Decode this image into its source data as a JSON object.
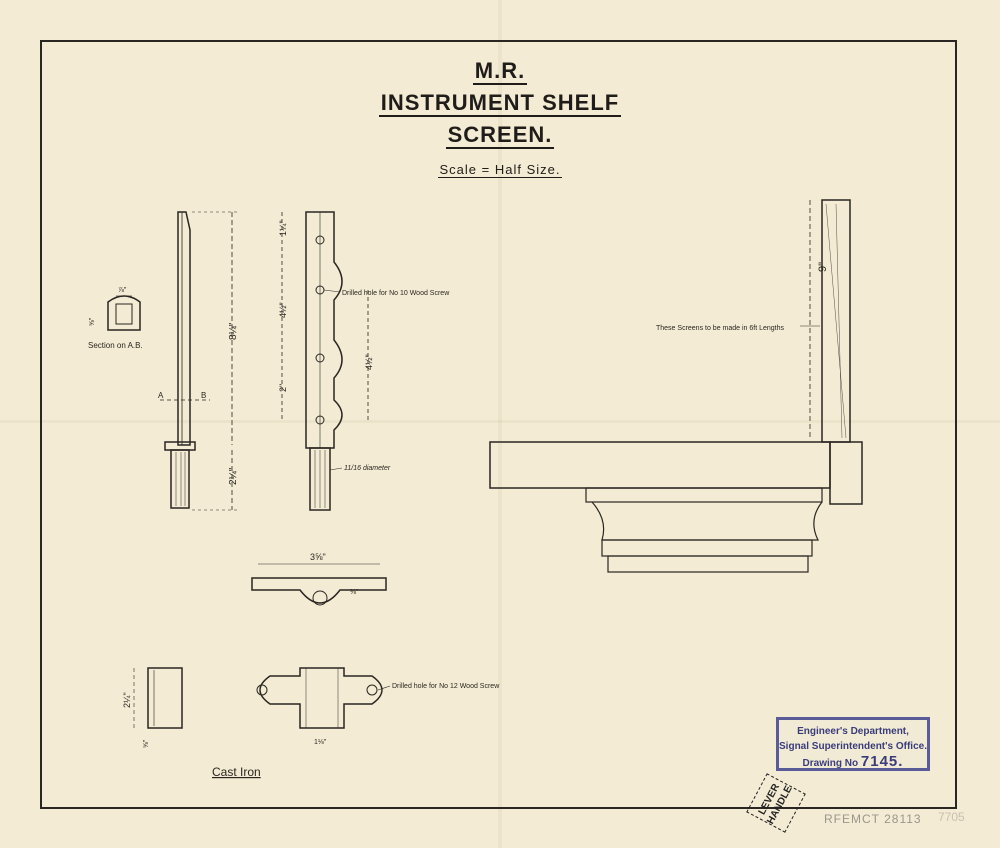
{
  "title": {
    "line1": "M.R.",
    "line2": "INSTRUMENT SHELF",
    "line3": "SCREEN.",
    "scale": "Scale = Half Size."
  },
  "annotations": {
    "drilled_10": "Drilled hole for No 10 Wood Screw",
    "drilled_12": "Drilled hole for No 12 Wood Screw",
    "diameter": "11/16 diameter",
    "section_ab": "Section on A.B.",
    "screens_note": "These Screens to be made in 6ft Lengths",
    "cast_iron": "Cast Iron",
    "label_a": "A",
    "label_b": "B"
  },
  "dimensions": {
    "overall_height": "8¼\"",
    "bottom_length": "2¼\"",
    "top_spacing": "1¼\"",
    "mid_spacing": "4½\"",
    "lower_spacing": "2\"",
    "right_spacing": "4½\"",
    "section_width": "⅞\"",
    "section_height": "⅝\"",
    "bracket_length": "3⅝\"",
    "bracket_height": "⅜\"",
    "small_height": "2¼\"",
    "small_width": "⅝\"",
    "plate_width": "1⅛\"",
    "screen_height": "9\""
  },
  "stamp": {
    "line1": "Engineer's Department,",
    "line2": "Signal Superintendent's Office.",
    "line3_prefix": "Drawing No",
    "number": "7145."
  },
  "lever_stamp": {
    "line1": "LEVER",
    "line2": "HANDLE"
  },
  "reference": "RFEMCT 28113",
  "reference_faint": "7705"
}
